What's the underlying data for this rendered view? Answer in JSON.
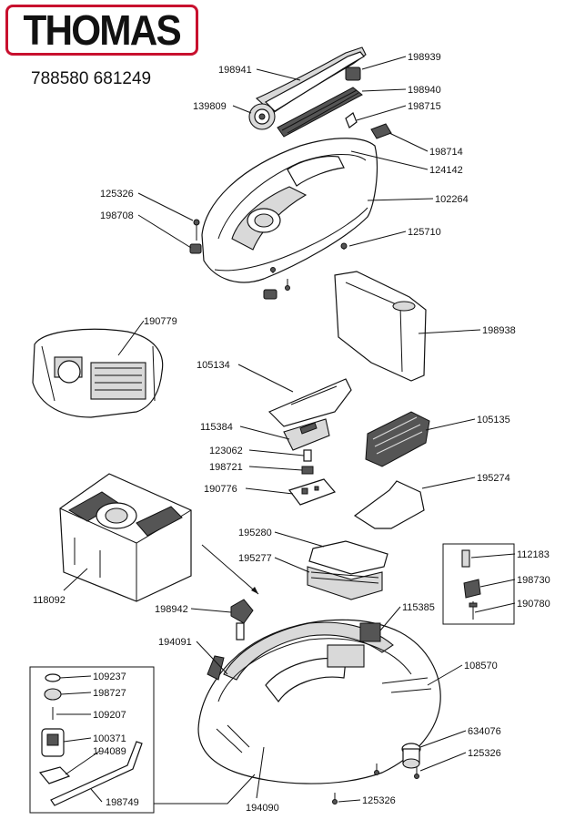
{
  "brand": "THOMAS",
  "model_numbers": "788580 681249",
  "callouts": [
    {
      "id": "198941",
      "label": "198941"
    },
    {
      "id": "198939",
      "label": "198939"
    },
    {
      "id": "198940",
      "label": "198940"
    },
    {
      "id": "139809",
      "label": "139809"
    },
    {
      "id": "198715",
      "label": "198715"
    },
    {
      "id": "198714",
      "label": "198714"
    },
    {
      "id": "124142",
      "label": "124142"
    },
    {
      "id": "125326a",
      "label": "125326"
    },
    {
      "id": "102264",
      "label": "102264"
    },
    {
      "id": "198708",
      "label": "198708"
    },
    {
      "id": "125710",
      "label": "125710"
    },
    {
      "id": "190779",
      "label": "190779"
    },
    {
      "id": "198938",
      "label": "198938"
    },
    {
      "id": "105134",
      "label": "105134"
    },
    {
      "id": "115384",
      "label": "115384"
    },
    {
      "id": "105135",
      "label": "105135"
    },
    {
      "id": "123062",
      "label": "123062"
    },
    {
      "id": "198721",
      "label": "198721"
    },
    {
      "id": "195274",
      "label": "195274"
    },
    {
      "id": "190776",
      "label": "190776"
    },
    {
      "id": "195280",
      "label": "195280"
    },
    {
      "id": "112183",
      "label": "112183"
    },
    {
      "id": "195277",
      "label": "195277"
    },
    {
      "id": "198730",
      "label": "198730"
    },
    {
      "id": "118092",
      "label": "118092"
    },
    {
      "id": "190780",
      "label": "190780"
    },
    {
      "id": "198942",
      "label": "198942"
    },
    {
      "id": "115385",
      "label": "115385"
    },
    {
      "id": "194091",
      "label": "194091"
    },
    {
      "id": "108570",
      "label": "108570"
    },
    {
      "id": "109237",
      "label": "109237"
    },
    {
      "id": "198727",
      "label": "198727"
    },
    {
      "id": "109207",
      "label": "109207"
    },
    {
      "id": "100371",
      "label": "100371"
    },
    {
      "id": "194089",
      "label": "194089"
    },
    {
      "id": "634076",
      "label": "634076"
    },
    {
      "id": "125326b",
      "label": "125326"
    },
    {
      "id": "198749",
      "label": "198749"
    },
    {
      "id": "194090",
      "label": "194090"
    },
    {
      "id": "125326c",
      "label": "125326"
    }
  ]
}
